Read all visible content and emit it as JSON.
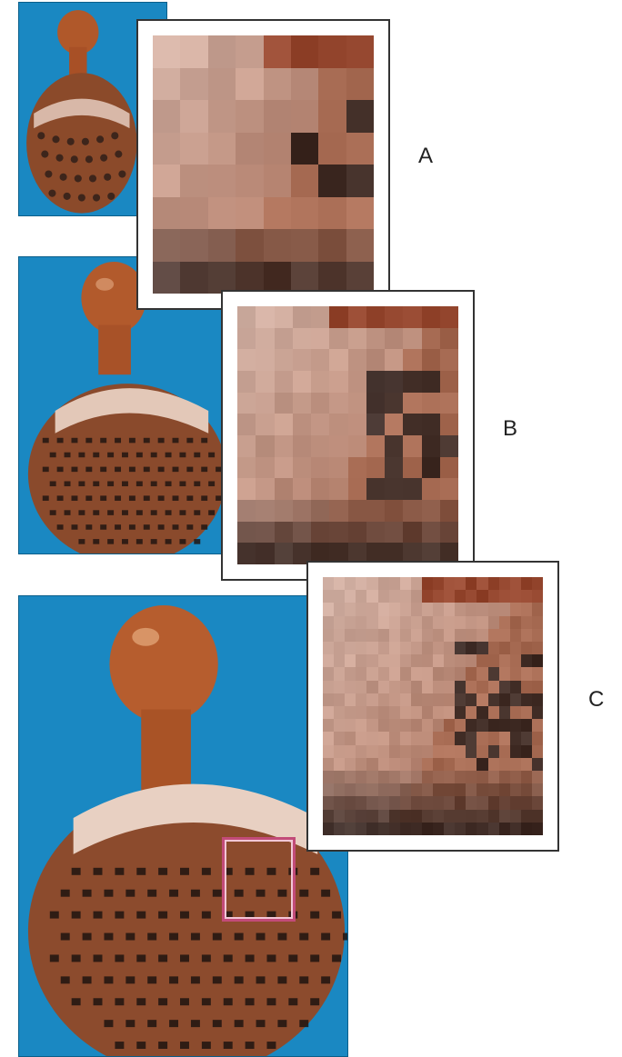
{
  "labels": {
    "a": "A",
    "b": "B",
    "c": "C"
  },
  "colors": {
    "background_blue": "#1a88c2",
    "selection": "#c24b78"
  },
  "panels": [
    {
      "id": "a",
      "resolution_grid": 8
    },
    {
      "id": "b",
      "resolution_grid": 12
    },
    {
      "id": "c",
      "resolution_grid": 20
    }
  ]
}
